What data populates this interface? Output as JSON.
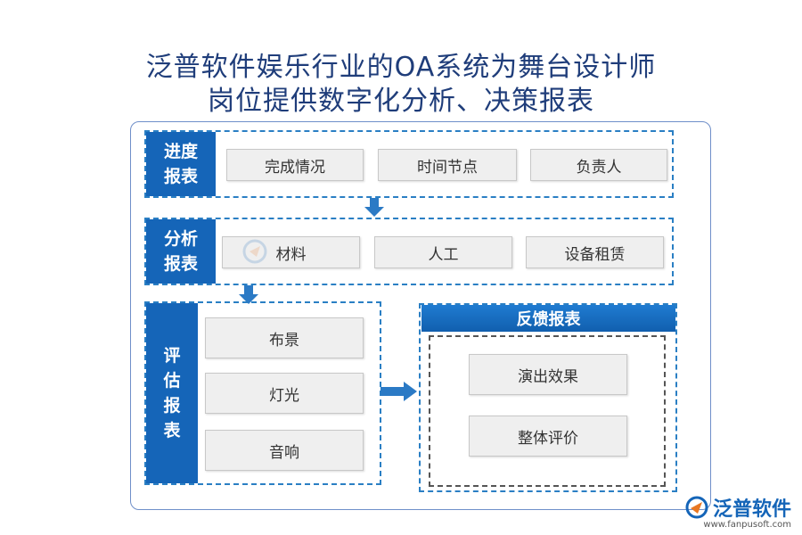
{
  "title": {
    "line1": "泛普软件娱乐行业的OA系统为舞台设计师",
    "line2": "岗位提供数字化分析、决策报表"
  },
  "progress": {
    "label_top": "进度",
    "label_bottom": "报表",
    "items": [
      "完成情况",
      "时间节点",
      "负责人"
    ]
  },
  "analysis": {
    "label_top": "分析",
    "label_bottom": "报表",
    "items": [
      "材料",
      "人工",
      "设备租赁"
    ]
  },
  "evaluation": {
    "label_chars": [
      "评",
      "估",
      "报",
      "表"
    ],
    "items": [
      "布景",
      "灯光",
      "音响"
    ]
  },
  "feedback": {
    "title": "反馈报表",
    "items": [
      "演出效果",
      "整体评价"
    ]
  },
  "logo": {
    "brand": "泛普软件",
    "url": "www.fanpusoft.com"
  },
  "colors": {
    "title": "#1f3d7a",
    "label_bg": "#1565b8",
    "dash": "#2a7fc4",
    "arrow": "#2b7ac5"
  }
}
